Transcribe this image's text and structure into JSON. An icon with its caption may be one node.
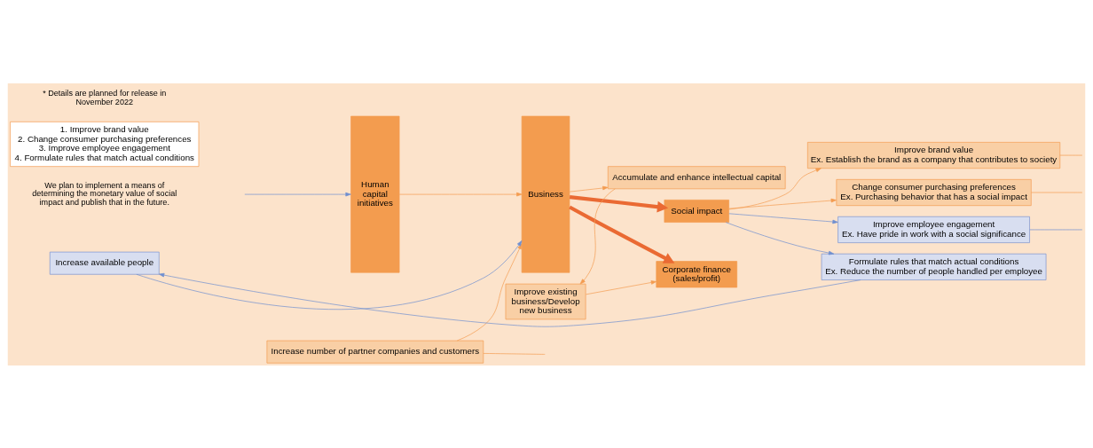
{
  "diagram": {
    "nodes": [
      {
        "text": [
          "1. Improve brand value",
          "2. Change consumer purchasing preferences",
          "3. Improve employee engagement",
          "4. Formulate rules that match actual conditions"
        ]
      },
      {
        "text": [
          "Increase number of partner companies and customers"
        ]
      },
      {
        "text": [
          "Improve existing business/Develop new business"
        ]
      },
      {
        "text": [
          "Human capital initiatives"
        ]
      },
      {
        "text": [
          "Business"
        ]
      },
      {
        "text": [
          "Accumulate and enhance intellectual capital"
        ]
      },
      {
        "text": [
          "Corporate finance",
          "(sales/profit)"
        ]
      },
      {
        "text": [
          "Improve brand value",
          "Ex. Establish the brand as a company that contributes to society"
        ]
      },
      {
        "text": [
          "Change consumer purchasing preferences",
          "Ex. Purchasing behavior that has a social impact"
        ]
      },
      {
        "text": [
          "Improve employee engagement",
          "Ex. Have pride in work with a social significance"
        ]
      },
      {
        "text": [
          "Formulate rules that match actual conditions",
          "Ex. Reduce the number of people handled per employee"
        ]
      },
      {
        "text": [
          "Social impact"
        ]
      },
      {
        "text": [
          "Increase available people"
        ]
      }
    ],
    "edges": [
      {
        "from": 1,
        "to": 4,
        "arrow": "to"
      },
      {
        "from": 1,
        "to": null,
        "arrow": "none"
      },
      {
        "from": 5,
        "to": 2,
        "arrow": "to"
      },
      {
        "from": 4,
        "to": 5,
        "arrow": "to"
      },
      {
        "from": 2,
        "to": 6,
        "arrow": "to"
      },
      {
        "from": 3,
        "to": 4,
        "arrow": "to"
      },
      {
        "from": 4,
        "to": 6,
        "arrow": "to",
        "style": "thick",
        "color": "#ea6a33"
      },
      {
        "from": 4,
        "to": 11,
        "arrow": "to",
        "style": "thick",
        "color": "#ea6a33"
      },
      {
        "from": 11,
        "to": 7,
        "arrow": "to"
      },
      {
        "from": 11,
        "to": 8,
        "arrow": "to"
      },
      {
        "from": 11,
        "to": 9,
        "arrow": "to",
        "color": "#6f8fd0"
      },
      {
        "from": 11,
        "to": 10,
        "arrow": "to",
        "color": "#6f8fd0"
      },
      {
        "from": 7,
        "to": null,
        "arrow": "none"
      },
      {
        "from": 8,
        "to": null,
        "arrow": "none"
      },
      {
        "from": 9,
        "to": null,
        "arrow": "none",
        "color": "#6f8fd0"
      },
      {
        "from": 10,
        "to": 12,
        "arrow": "to",
        "color": "#6f8fd0"
      },
      {
        "from": 12,
        "to": 4,
        "arrow": "to",
        "color": "#6f8fd0"
      },
      {
        "from": null,
        "to": 3,
        "arrow": "to",
        "color": "#6f8fd0"
      }
    ],
    "labels": [
      "We plan to implement a means of determining the monetary value of social impact and publish that in the future.",
      "* Details are planned for release in November 2022"
    ]
  }
}
